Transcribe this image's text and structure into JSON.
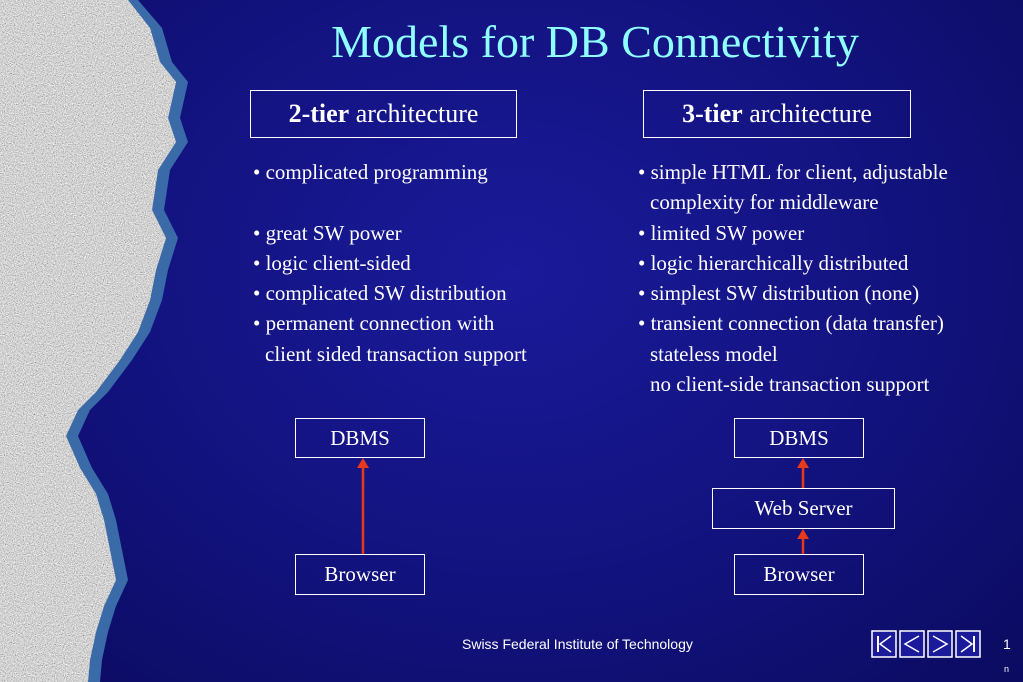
{
  "title": "Models for DB Connectivity",
  "left": {
    "heading_bold": "2-tier",
    "heading_rest": " architecture",
    "bullets": [
      "• complicated programming",
      "",
      "• great SW power",
      "• logic client-sided",
      "• complicated SW distribution",
      "• permanent connection with",
      "client sided transaction support"
    ],
    "diagram": {
      "top": "DBMS",
      "bottom": "Browser"
    }
  },
  "right": {
    "heading_bold": "3-tier",
    "heading_rest": " architecture",
    "bullets": [
      "• simple HTML for client, adjustable",
      "complexity for middleware",
      "• limited SW power",
      "• logic hierarchically distributed",
      "• simplest SW distribution (none)",
      "• transient connection (data transfer)",
      "stateless model",
      "no client-side transaction support"
    ],
    "diagram": {
      "top": "DBMS",
      "middle": "Web Server",
      "bottom": "Browser"
    }
  },
  "footer": {
    "institution": "Swiss Federal Institute of Technology",
    "page_number": "1",
    "page_mark": "n"
  },
  "colors": {
    "background": "#12127e",
    "title": "#8fffff",
    "arrow": "#e83a1a"
  },
  "nav_icons": [
    "first-slide-icon",
    "previous-slide-icon",
    "next-slide-icon",
    "last-slide-icon"
  ]
}
